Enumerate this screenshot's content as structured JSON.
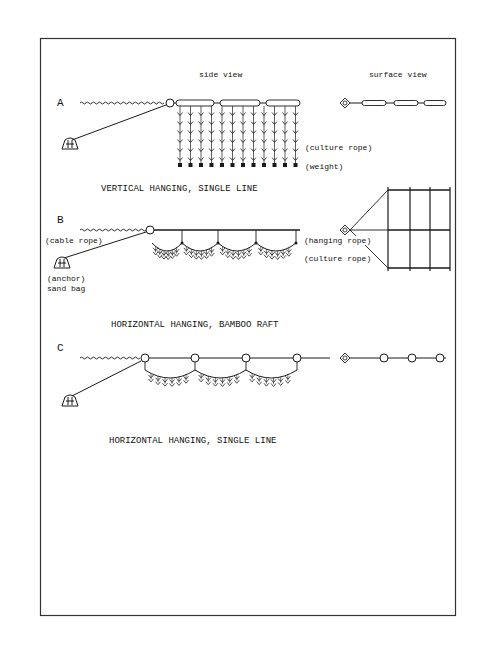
{
  "diagram": {
    "labels": [
      "side view",
      "surface view",
      "A",
      "(culture rope)",
      "(weight)",
      "VERTICAL HANGING, SINGLE LINE",
      "B",
      "(hanging rope)",
      "(culture rope)",
      "(cable rope)",
      "(anchor)",
      "sand bag",
      "HORIZONTAL HANGING, BAMBOO RAFT",
      "C",
      "HORIZONTAL HANGING, SINGLE LINE"
    ]
  }
}
